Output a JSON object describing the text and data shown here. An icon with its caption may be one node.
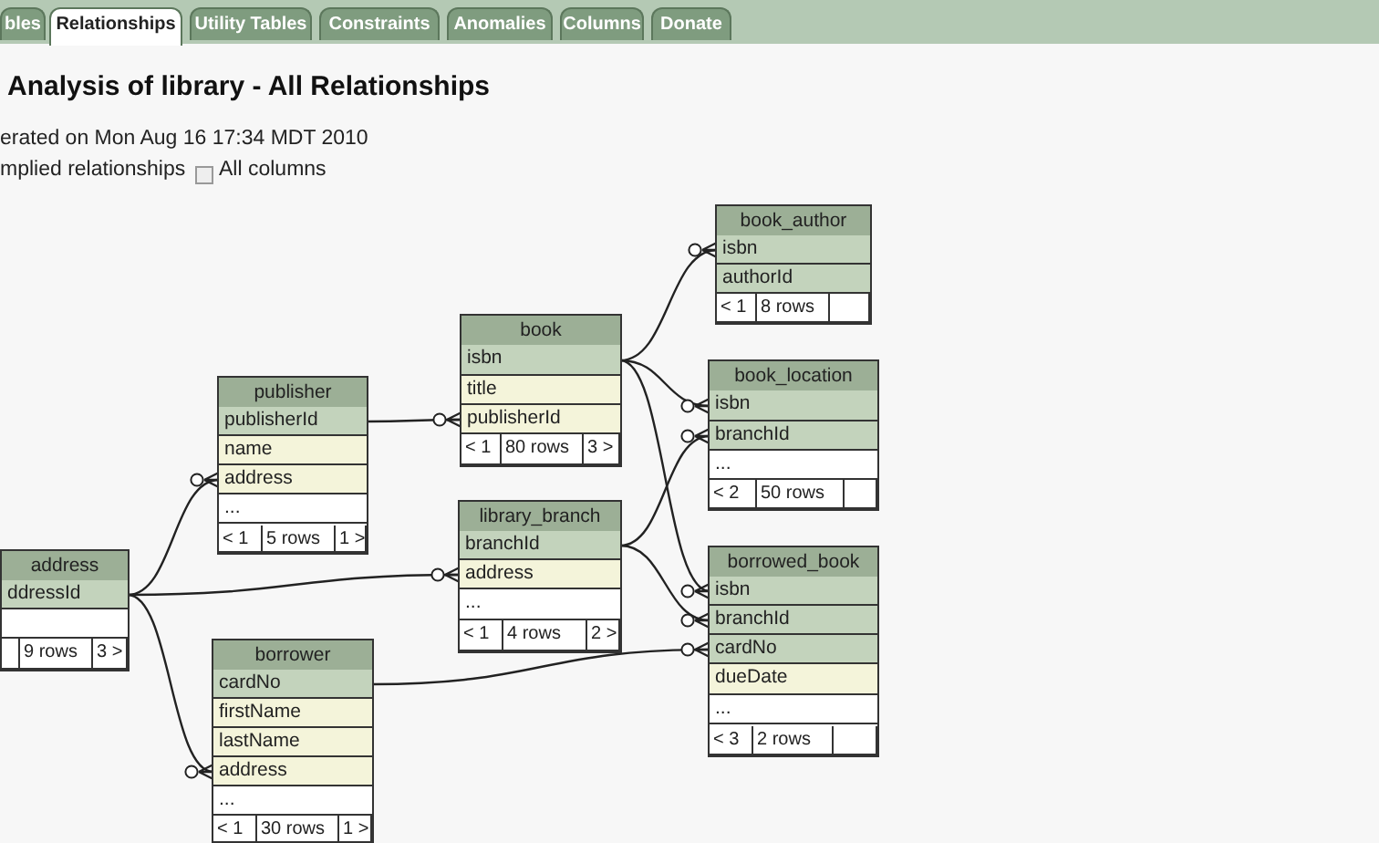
{
  "diagram": {
    "title": "Analysis of library - All Relationships",
    "nodes": [
      {
        "text": [
          "book_author"
        ]
      },
      {
        "text": [
          "isbn"
        ],
        "in": 0
      },
      {
        "text": [
          "authorId"
        ],
        "in": 0
      },
      {
        "text": [
          "< 1",
          "8 rows"
        ],
        "in": 0
      },
      {
        "text": [
          "book"
        ]
      },
      {
        "text": [
          "isbn"
        ],
        "in": 4
      },
      {
        "text": [
          "title"
        ],
        "in": 4
      },
      {
        "text": [
          "publisherId"
        ],
        "in": 4
      },
      {
        "text": [
          "< 1",
          "80 rows",
          "3 >"
        ],
        "in": 4
      },
      {
        "text": [
          "book_location"
        ]
      },
      {
        "text": [
          "isbn"
        ],
        "in": 9
      },
      {
        "text": [
          "branchId"
        ],
        "in": 9
      },
      {
        "text": [
          "..."
        ],
        "in": 9
      },
      {
        "text": [
          "< 2",
          "50 rows"
        ],
        "in": 9
      },
      {
        "text": [
          "publisher"
        ]
      },
      {
        "text": [
          "publisherId"
        ],
        "in": 14
      },
      {
        "text": [
          "name"
        ],
        "in": 14
      },
      {
        "text": [
          "address"
        ],
        "in": 14
      },
      {
        "text": [
          "..."
        ],
        "in": 14
      },
      {
        "text": [
          "< 1",
          "5 rows",
          "1 >"
        ],
        "in": 14
      },
      {
        "text": [
          "library_branch"
        ]
      },
      {
        "text": [
          "branchId"
        ],
        "in": 20
      },
      {
        "text": [
          "address"
        ],
        "in": 20
      },
      {
        "text": [
          "..."
        ],
        "in": 20
      },
      {
        "text": [
          "< 1",
          "4 rows",
          "2 >"
        ],
        "in": 20
      },
      {
        "text": [
          "address"
        ]
      },
      {
        "text": [
          "ddressId"
        ],
        "in": 25
      },
      {
        "text": [],
        "shape": "box",
        "in": 25
      },
      {
        "text": [
          "9 rows",
          "3 >"
        ],
        "in": 25
      },
      {
        "text": [
          "borrowed_book"
        ]
      },
      {
        "text": [
          "isbn"
        ],
        "in": 29
      },
      {
        "text": [
          "branchId"
        ],
        "in": 29
      },
      {
        "text": [
          "cardNo"
        ],
        "in": 29
      },
      {
        "text": [
          "dueDate"
        ],
        "in": 29
      },
      {
        "text": [
          "..."
        ],
        "in": 29
      },
      {
        "text": [
          "< 3",
          "2 rows"
        ],
        "in": 29
      },
      {
        "text": [
          "borrower"
        ]
      },
      {
        "text": [
          "cardNo"
        ],
        "in": 36
      },
      {
        "text": [
          "firstName"
        ],
        "in": 36
      },
      {
        "text": [
          "lastName"
        ],
        "in": 36
      },
      {
        "text": [
          "address"
        ],
        "in": 36
      },
      {
        "text": [
          "..."
        ],
        "in": 36
      },
      {
        "text": [
          "< 1",
          "30 rows",
          "1 >"
        ],
        "in": 36
      }
    ],
    "edges": [
      {
        "from": 5,
        "to": 1,
        "arrow": "other"
      },
      {
        "from": 5,
        "to": 10,
        "arrow": "other"
      },
      {
        "from": 5,
        "to": 30,
        "arrow": "other"
      },
      {
        "from": 15,
        "to": 7,
        "arrow": "other"
      },
      {
        "from": 26,
        "to": 17,
        "arrow": "other"
      },
      {
        "from": 26,
        "to": 22,
        "arrow": "other"
      },
      {
        "from": 26,
        "to": 40,
        "arrow": "other"
      },
      {
        "from": 21,
        "to": 11,
        "arrow": "other"
      },
      {
        "from": 21,
        "to": 31,
        "arrow": "other"
      },
      {
        "from": 37,
        "to": 32,
        "arrow": "other"
      }
    ],
    "labels": [
      "bles",
      "Relationships",
      "Utility Tables",
      "Constraints",
      "Anomalies",
      "Columns",
      "Donate",
      "erated on Mon Aug 16 17:34 MDT 2010",
      "mplied relationships",
      "All columns"
    ]
  }
}
